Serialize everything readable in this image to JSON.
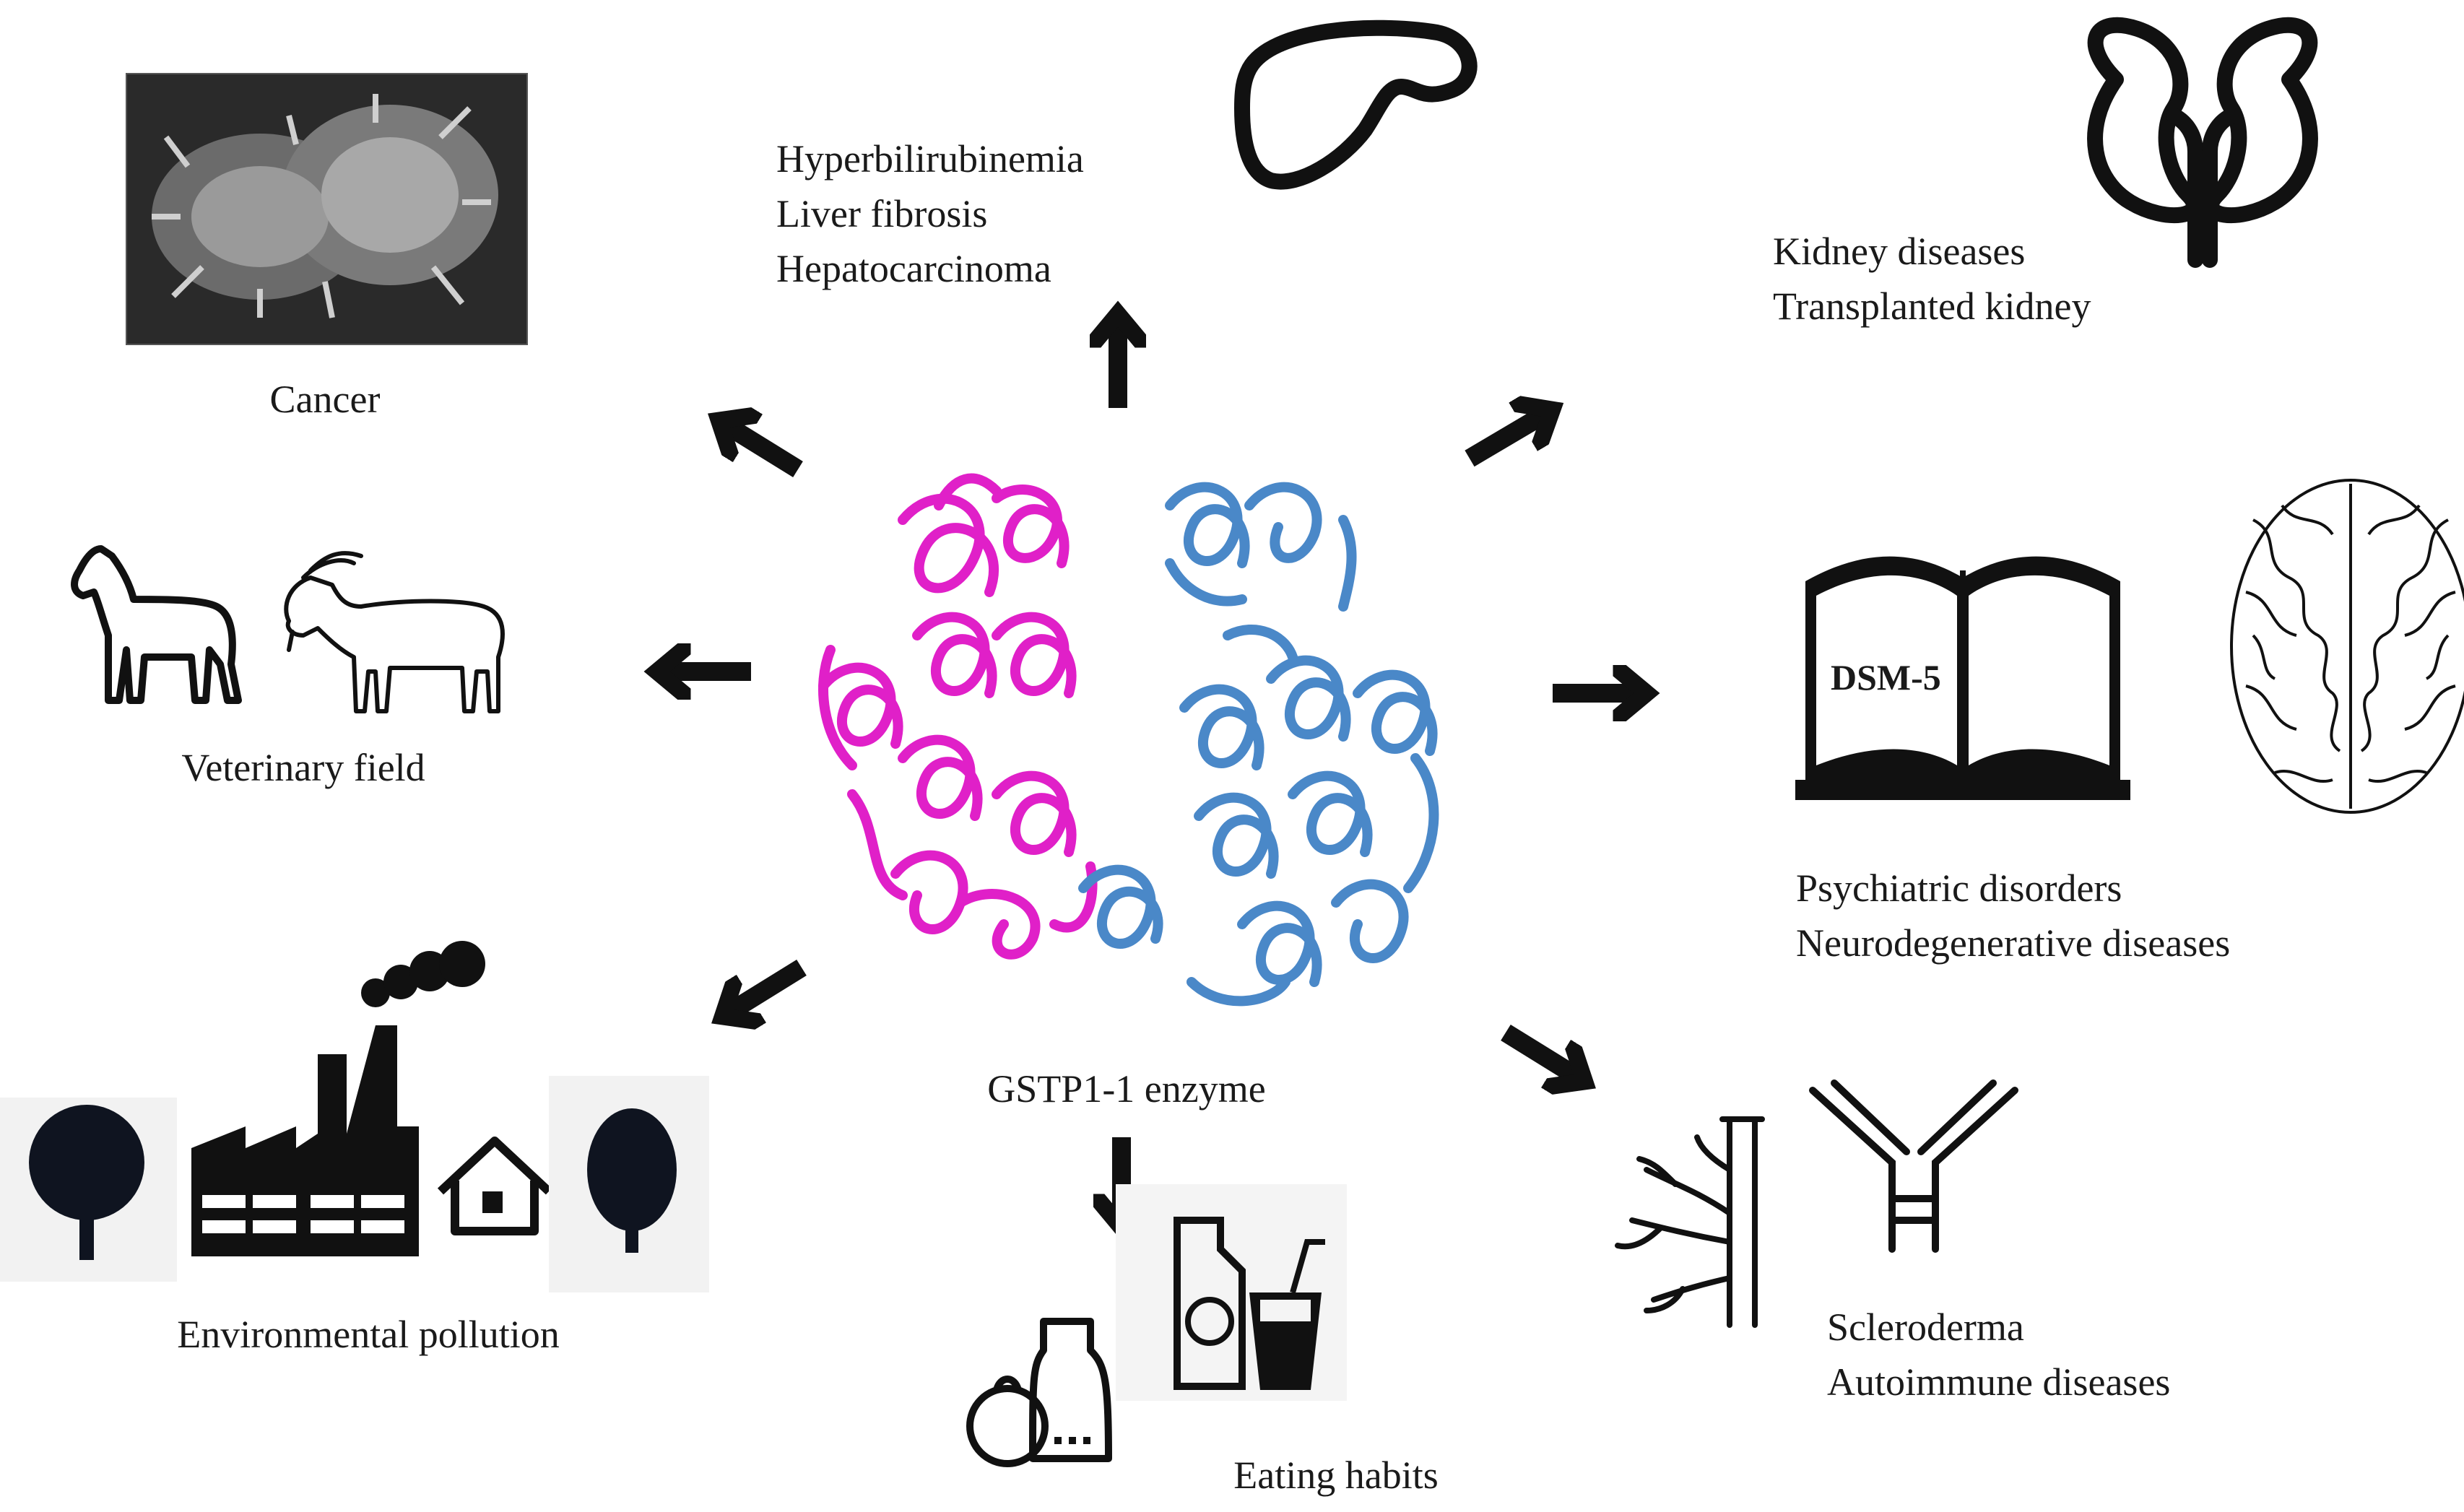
{
  "center": {
    "label": "GSTP1-1 enzyme"
  },
  "liver": {
    "lines": [
      "Hyperbilirubinemia",
      "Liver fibrosis",
      "Hepatocarcinoma"
    ]
  },
  "kidney": {
    "lines": [
      "Kidney diseases",
      "Transplanted kidney"
    ]
  },
  "cancer": {
    "label": "Cancer"
  },
  "veterinary": {
    "label": "Veterinary field"
  },
  "psychiatric": {
    "book_label": "DSM-5",
    "lines": [
      "Psychiatric disorders",
      "Neurodegenerative diseases"
    ]
  },
  "environment": {
    "label": "Environmental pollution"
  },
  "eating": {
    "label": "Eating habits"
  },
  "scleroderma": {
    "lines": [
      "Scleroderma",
      "Autoimmune diseases"
    ]
  },
  "colors": {
    "subunit_a": "#e020c8",
    "subunit_b": "#4a88c8",
    "ink": "#111111"
  },
  "icons": [
    "liver-icon",
    "kidney-icon",
    "cancer-cell-photo",
    "horse-icon",
    "goat-icon",
    "book-icon",
    "brain-icon",
    "factory-icon",
    "tree-icon",
    "house-icon",
    "food-icon",
    "drink-icon",
    "lung-icon",
    "antibody-icon"
  ]
}
